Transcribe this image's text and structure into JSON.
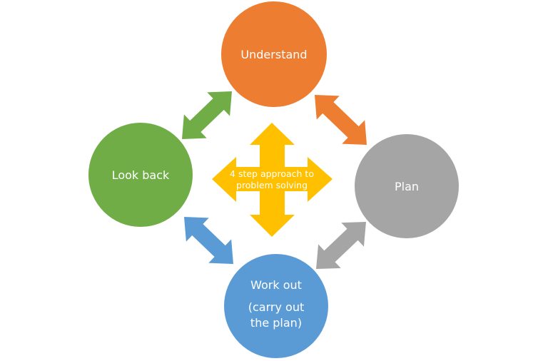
{
  "diagram": {
    "center": {
      "lines": [
        "4 step approach to",
        "problem solving"
      ],
      "color": "#FFC000"
    },
    "steps": [
      {
        "id": "understand",
        "lines": [
          "Understand"
        ],
        "color": "#ED7D31"
      },
      {
        "id": "plan",
        "lines": [
          "Plan"
        ],
        "color": "#A5A5A5"
      },
      {
        "id": "work-out",
        "lines": [
          "Work out",
          "(carry out",
          "the plan)"
        ],
        "color": "#5B9BD5"
      },
      {
        "id": "look-back",
        "lines": [
          "Look back"
        ],
        "color": "#70AD47"
      }
    ],
    "connectors": [
      {
        "from": "look-back",
        "to": "understand",
        "color": "#70AD47",
        "type": "double-arrow"
      },
      {
        "from": "understand",
        "to": "plan",
        "color": "#ED7D31",
        "type": "double-arrow"
      },
      {
        "from": "plan",
        "to": "work-out",
        "color": "#A5A5A5",
        "type": "double-arrow"
      },
      {
        "from": "work-out",
        "to": "look-back",
        "color": "#5B9BD5",
        "type": "double-arrow"
      }
    ]
  }
}
